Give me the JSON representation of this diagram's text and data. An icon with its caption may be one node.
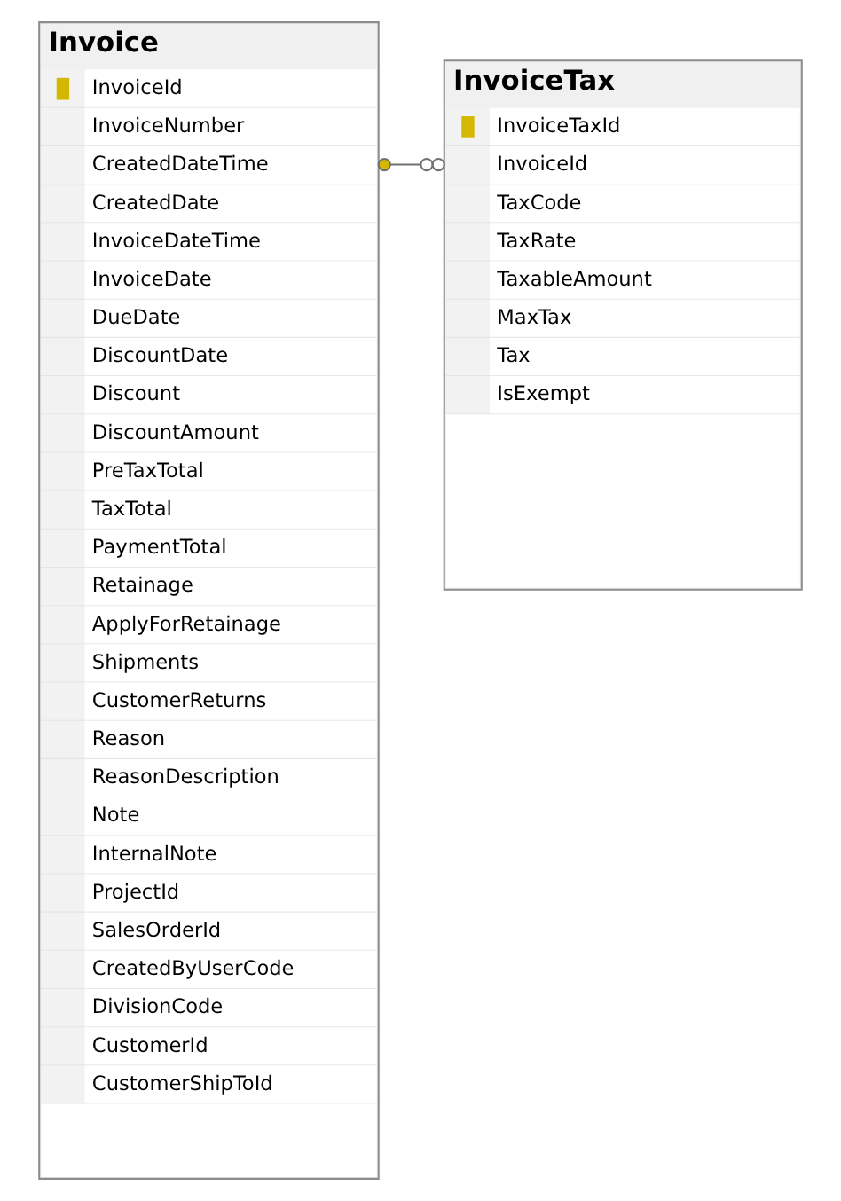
{
  "diagram": {
    "nodes": [
      {
        "text": [
          "Invoice",
          "InvoiceId",
          "InvoiceNumber",
          "CreatedDateTime",
          "CreatedDate",
          "InvoiceDateTime",
          "InvoiceDate",
          "DueDate",
          "DiscountDate",
          "Discount",
          "DiscountAmount",
          "PreTaxTotal",
          "TaxTotal",
          "PaymentTotal",
          "Retainage",
          "ApplyForRetainage",
          "Shipments",
          "CustomerReturns",
          "Reason",
          "ReasonDescription",
          "Note",
          "InternalNote",
          "ProjectId",
          "SalesOrderId",
          "CreatedByUserCode",
          "DivisionCode",
          "CustomerId",
          "CustomerShipToId"
        ]
      },
      {
        "text": [
          "InvoiceTax",
          "InvoiceTaxId",
          "InvoiceId",
          "TaxCode",
          "TaxRate",
          "TaxableAmount",
          "MaxTax",
          "Tax",
          "IsExempt"
        ]
      }
    ],
    "edges": [
      {
        "from": 0,
        "to": 1,
        "arrow": "other"
      }
    ]
  }
}
